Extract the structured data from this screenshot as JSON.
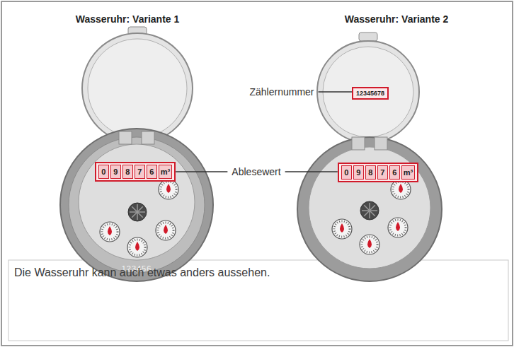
{
  "diagram": {
    "caption": "Die Wasseruhr kann auch etwas anders aussehen.",
    "nodes": [
      {
        "text": [
          "12345678"
        ]
      },
      {
        "text": [
          "0",
          "9",
          "8",
          "7",
          "6",
          "m³"
        ]
      },
      {
        "text": [
          "0",
          "9",
          "8",
          "7",
          "6",
          "m³"
        ]
      }
    ],
    "labels": [
      "Wasseruhr: Variante 1",
      "Wasseruhr: Variante 2",
      "Zählernummer",
      "Ablesewert",
      "123456"
    ]
  }
}
